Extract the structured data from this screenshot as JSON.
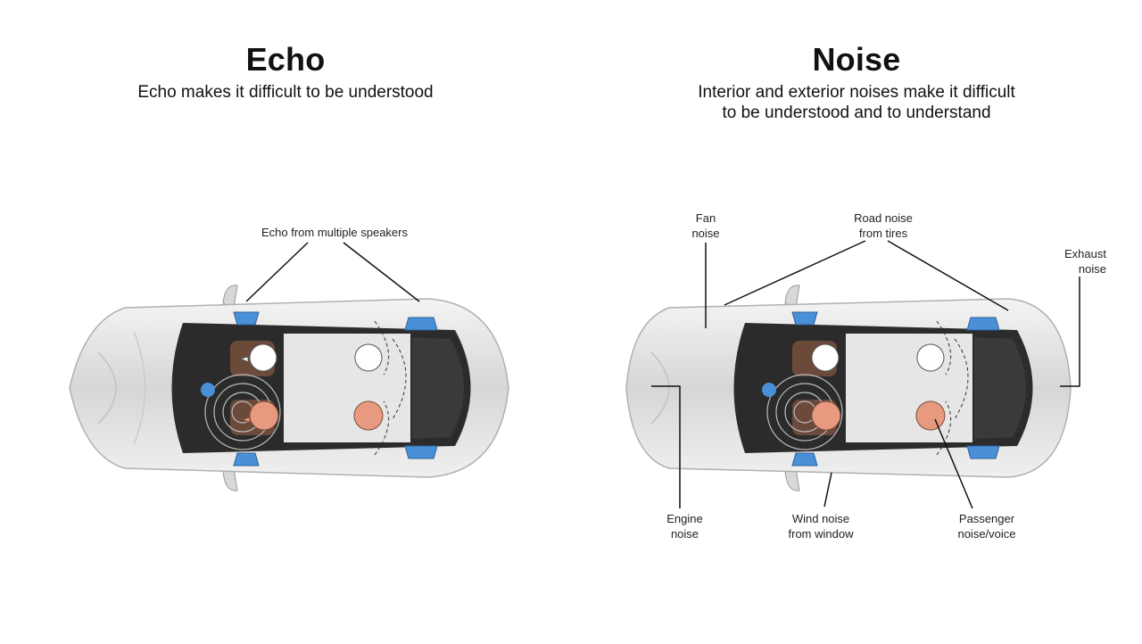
{
  "echo": {
    "title": "Echo",
    "subtitle": [
      "Echo makes it difficult to be understood"
    ],
    "labels": {
      "speakers": [
        "Echo from multiple speakers"
      ]
    }
  },
  "noise": {
    "title": "Noise",
    "subtitle": [
      "Interior and exterior noises make it difficult",
      "to be understood and to understand"
    ],
    "labels": {
      "fan": [
        "Fan",
        "noise"
      ],
      "road": [
        "Road noise",
        "from tires"
      ],
      "exhaust": [
        "Exhaust",
        "noise"
      ],
      "engine": [
        "Engine",
        "noise"
      ],
      "wind": [
        "Wind noise",
        "from window"
      ],
      "passenger": [
        "Passenger",
        "noise/voice"
      ]
    }
  },
  "colors": {
    "speaker": "#4a90d9",
    "passenger": "#e89a80",
    "mic": "#4a90d9",
    "body": "#e4e4e4",
    "cabin": "#2b2b2b"
  }
}
